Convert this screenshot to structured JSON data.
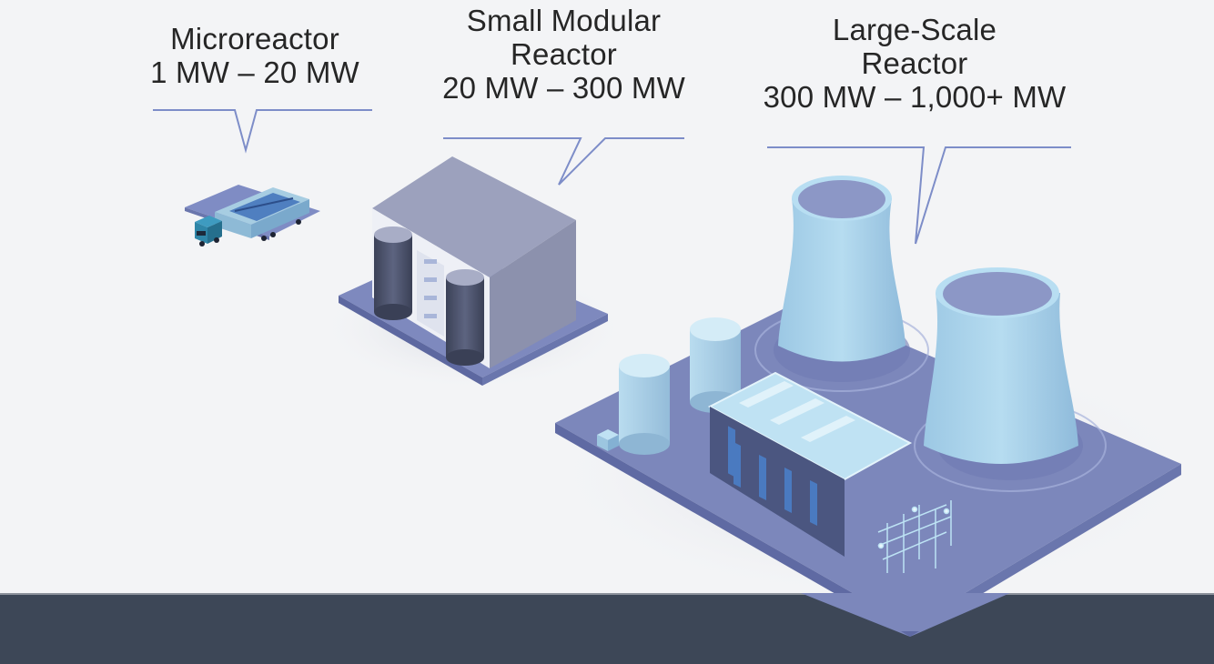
{
  "reactors": [
    {
      "name": "Microreactor",
      "title_lines": [
        "Microreactor"
      ],
      "range": "1 MW – 20 MW",
      "min_mw": 1,
      "max_mw": 20,
      "illustration": "truck-transported-reactor"
    },
    {
      "name": "Small Modular Reactor",
      "title_lines": [
        "Small Modular",
        "Reactor"
      ],
      "range": "20 MW – 300 MW",
      "min_mw": 20,
      "max_mw": 300,
      "illustration": "modular-building-with-two-vessels"
    },
    {
      "name": "Large-Scale Reactor",
      "title_lines": [
        "Large-Scale",
        "Reactor"
      ],
      "range": "300 MW – 1,000+ MW",
      "min_mw": 300,
      "max_mw": "1,000+",
      "illustration": "power-plant-with-cooling-towers"
    }
  ],
  "colors": {
    "background": "#f3f4f6",
    "bottom_bar": "#3d4757",
    "callout_line": "#7d8dc8",
    "text": "#262626",
    "base_plate": "#7b86b8",
    "cooling_tower": "#a9d2ea",
    "building_gray": "#9ba0bb",
    "truck_cab": "#2f86a8"
  }
}
